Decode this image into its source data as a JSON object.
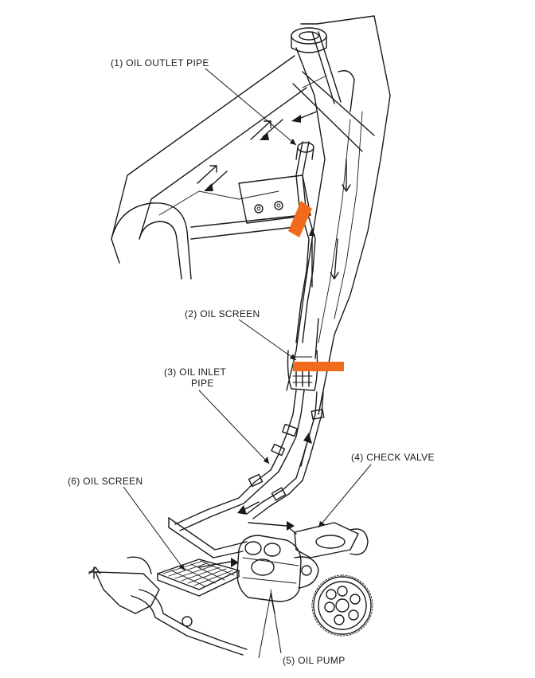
{
  "callouts": {
    "oil_outlet_pipe": "(1) OIL OUTLET PIPE",
    "oil_screen_2": "(2) OIL SCREEN",
    "oil_inlet_pipe_line1": "(3) OIL INLET",
    "oil_inlet_pipe_line2": "PIPE",
    "check_valve": "(4) CHECK VALVE",
    "oil_pump": "(5) OIL PUMP",
    "oil_screen_6": "(6) OIL SCREEN"
  },
  "highlight_color": "#f26a1b",
  "ink_color": "#1a1a1a"
}
